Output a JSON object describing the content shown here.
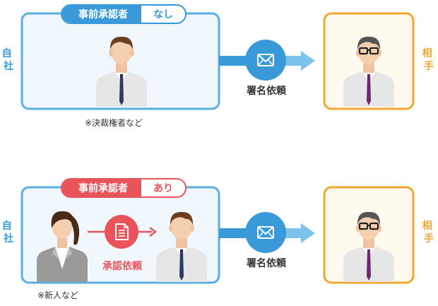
{
  "colors": {
    "own_company": "#3a9ad9",
    "own_box_border": "#5aaee0",
    "own_box_fill": "#f0f8fe",
    "partner": "#f0a830",
    "partner_box_fill": "#fff9ee",
    "request_red": "#e8545a",
    "arrow_blue": "#3a9ad9",
    "arrow_light": "#7cc3ec",
    "text": "#333333"
  },
  "rows": [
    {
      "left_side_label": [
        "自",
        "社"
      ],
      "right_side_label": [
        "相",
        "手"
      ],
      "approver_label": "事前承認者",
      "approver_status": "なし",
      "flow_label": "署名依頼",
      "caption": "※決裁権者など",
      "flow_icon": "envelope-icon"
    },
    {
      "left_side_label": [
        "自",
        "社"
      ],
      "right_side_label": [
        "相",
        "手"
      ],
      "approver_label": "事前承認者",
      "approver_status": "あり",
      "flow_label": "署名依頼",
      "internal_flow_label": "承認依頼",
      "caption": "※新人など",
      "flow_icon": "envelope-icon",
      "internal_icon": "document-icon"
    }
  ]
}
